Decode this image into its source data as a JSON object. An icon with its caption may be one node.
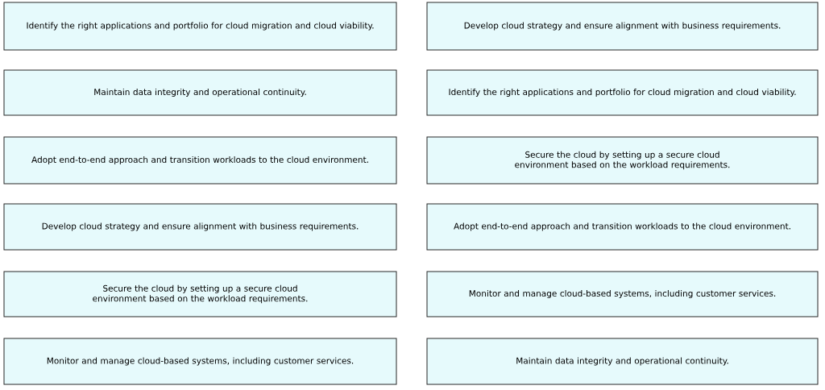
{
  "diagram": {
    "nodes": [
      {
        "text": [
          "Identify the right applications and portfolio for cloud migration and cloud viability."
        ]
      },
      {
        "text": [
          "Develop cloud strategy and ensure alignment with business requirements."
        ]
      },
      {
        "text": [
          "Maintain data integrity and operational continuity."
        ]
      },
      {
        "text": [
          "Identify the right applications and portfolio for cloud migration and cloud viability."
        ]
      },
      {
        "text": [
          "Adopt end-to-end approach and transition workloads to the cloud environment."
        ]
      },
      {
        "text": [
          "Secure the cloud by setting up a secure cloud environment based on the workload requirements."
        ]
      },
      {
        "text": [
          "Develop cloud strategy and ensure alignment with business requirements."
        ]
      },
      {
        "text": [
          "Adopt end-to-end approach and transition workloads to the cloud environment."
        ]
      },
      {
        "text": [
          "Secure the cloud by setting up a secure cloud environment based on the workload requirements."
        ]
      },
      {
        "text": [
          "Monitor and manage cloud-based systems, including customer services."
        ]
      },
      {
        "text": [
          "Monitor and manage cloud-based systems, including customer services."
        ]
      },
      {
        "text": [
          "Maintain data integrity and operational continuity."
        ]
      }
    ]
  }
}
